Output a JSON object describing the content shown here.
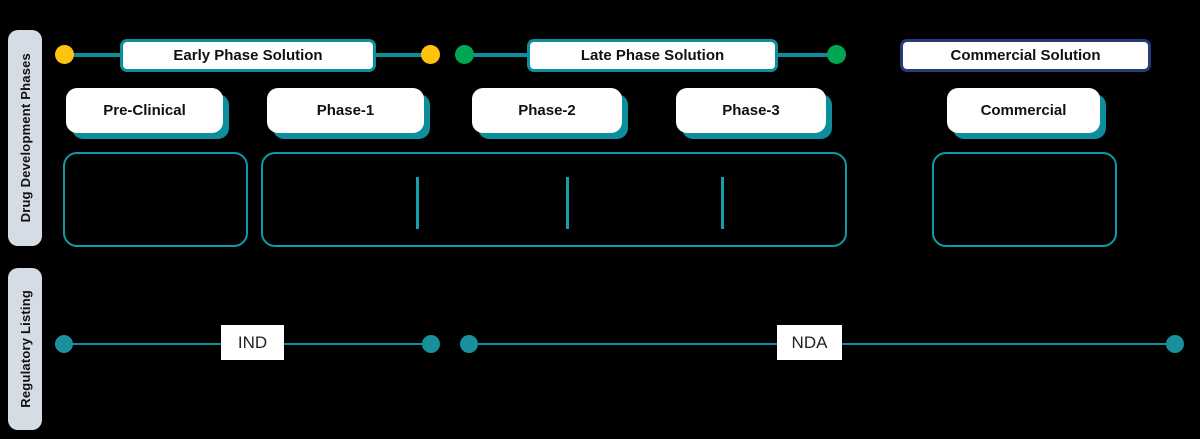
{
  "sidebar": {
    "sections": [
      {
        "id": "drug-development-phases",
        "label": "Drug Development Phases"
      },
      {
        "id": "regulatory-listing",
        "label": "Regulatory Listing"
      }
    ]
  },
  "solutions": [
    {
      "id": "early-phase",
      "label": "Early Phase Solution",
      "border_color": "#0E8E9C",
      "start_dot_color": "#FFC20E",
      "end_dot_color": "#FFC20E"
    },
    {
      "id": "late-phase",
      "label": "Late Phase Solution",
      "border_color": "#0E8E9C",
      "start_dot_color": "#00A651",
      "end_dot_color": "#00A651"
    },
    {
      "id": "commercial",
      "label": "Commercial Solution",
      "border_color": "#263B7A"
    }
  ],
  "phases": [
    {
      "id": "pre-clinical",
      "label": "Pre-Clinical"
    },
    {
      "id": "phase-1",
      "label": "Phase-1"
    },
    {
      "id": "phase-2",
      "label": "Phase-2"
    },
    {
      "id": "phase-3",
      "label": "Phase-3"
    },
    {
      "id": "commercial",
      "label": "Commercial"
    }
  ],
  "regulatory": {
    "milestones": [
      {
        "id": "ind",
        "label": "IND"
      },
      {
        "id": "nda",
        "label": "NDA"
      }
    ],
    "line_color": "#0E8E9C",
    "dot_color": "#1A8F9E"
  },
  "colors": {
    "background": "#000000",
    "teal": "#0E8E9C",
    "teal_light": "#13A0AC",
    "yellow": "#FFC20E",
    "green": "#00A651",
    "navy": "#263B7A",
    "sidebar_panel": "#D6DCE5",
    "card": "#FFFFFF"
  }
}
